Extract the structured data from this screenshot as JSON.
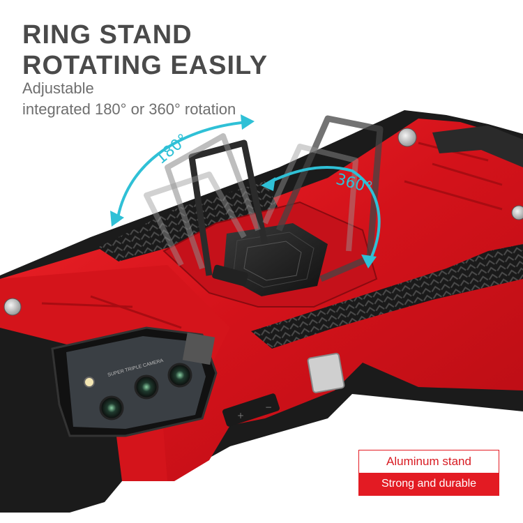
{
  "headline": {
    "line1": "RING STAND",
    "line2": "ROTATING EASILY"
  },
  "subtext": {
    "line1": "Adjustable",
    "line2": "integrated 180° or 360° rotation"
  },
  "rotation_labels": {
    "left": "180°",
    "right": "360°"
  },
  "camera_text": "SUPER TRIPLE CAMERA",
  "badge": {
    "top": "Aluminum stand",
    "bottom": "Strong and durable"
  },
  "colors": {
    "case_red": "#e0161d",
    "case_black": "#1c1c1c",
    "accent_cyan": "#2fc0d6",
    "badge_red": "#e31b23"
  }
}
